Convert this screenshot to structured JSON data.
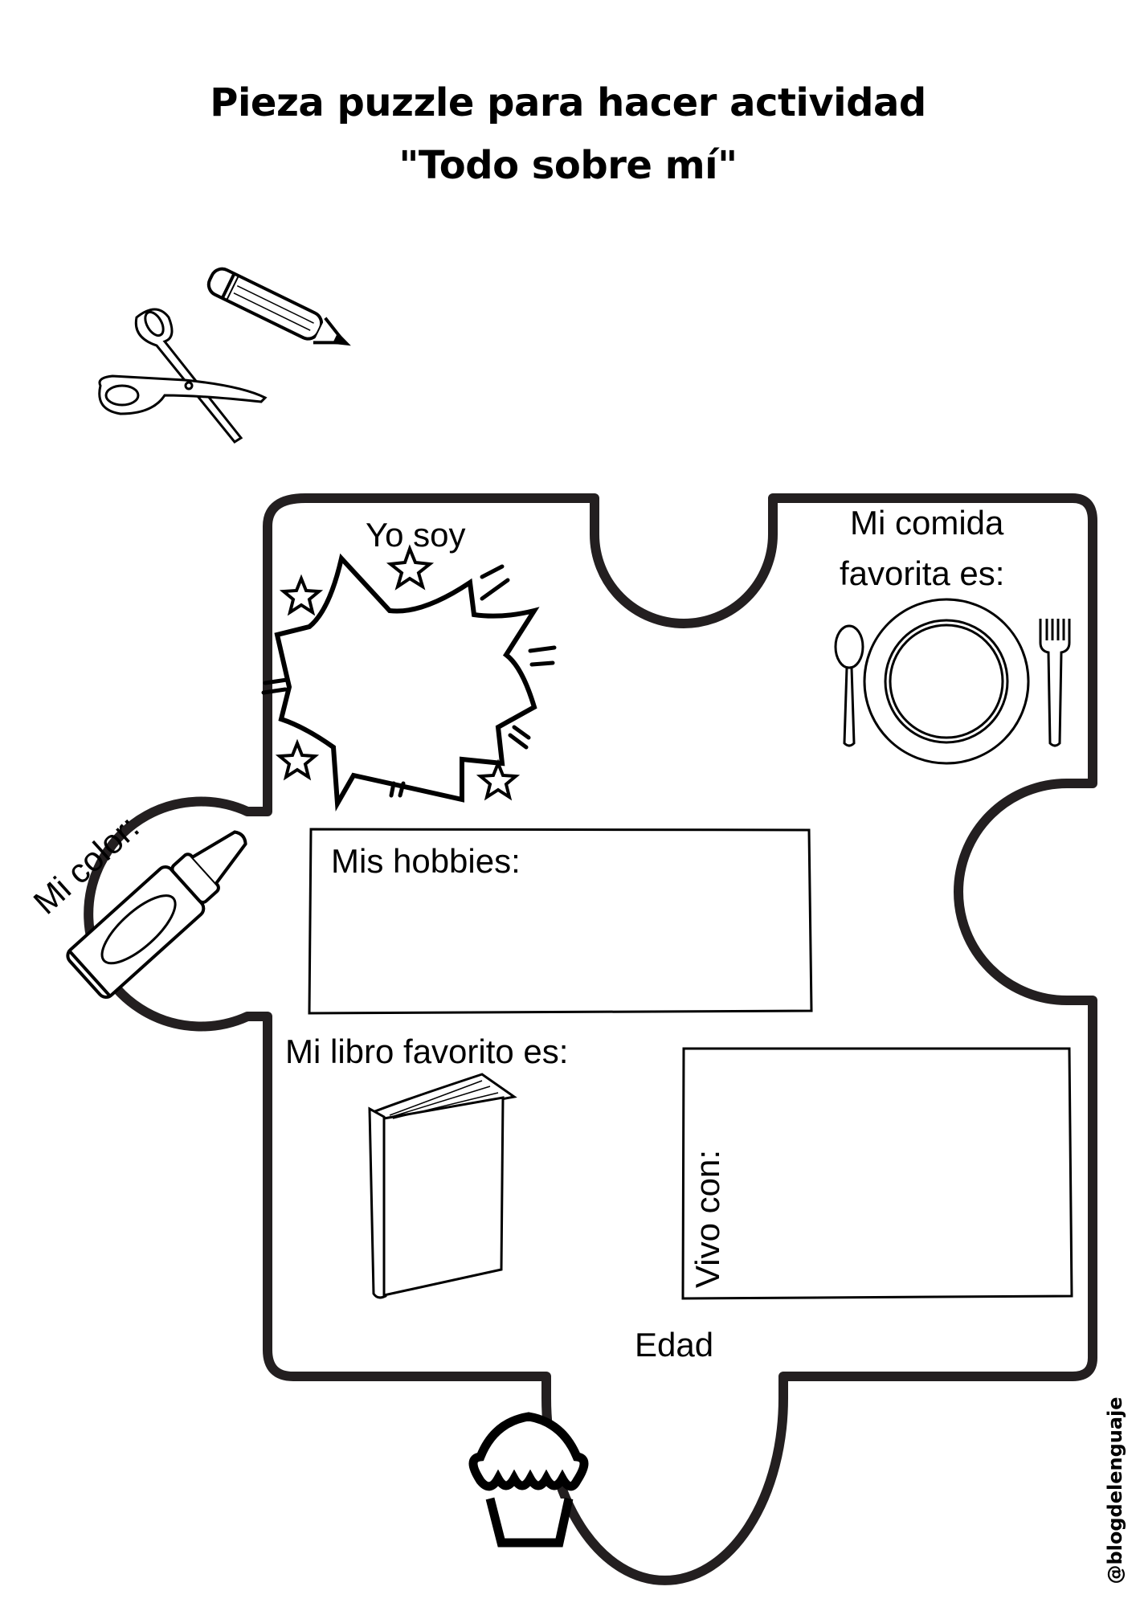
{
  "header": {
    "title_line1": "Pieza puzzle para hacer actividad",
    "title_line2": "\"Todo sobre mí\""
  },
  "sections": {
    "yo_soy": "Yo soy",
    "comida": {
      "line1": "Mi comida",
      "line2": "favorita es:"
    },
    "color": "Mi color:",
    "hobbies": "Mis hobbies:",
    "libro": "Mi libro favorito es:",
    "vivo_con": "Vivo con:",
    "edad": "Edad"
  },
  "icons": [
    "pencil-icon",
    "scissors-icon",
    "explosion-bubble-icon",
    "star-icon",
    "plate-icon",
    "spoon-icon",
    "fork-icon",
    "crayon-icon",
    "book-icon",
    "cupcake-icon"
  ],
  "footer": {
    "watermark": "@blogdelenguaje"
  },
  "colors": {
    "ink": "#231f20",
    "paper": "#ffffff"
  }
}
